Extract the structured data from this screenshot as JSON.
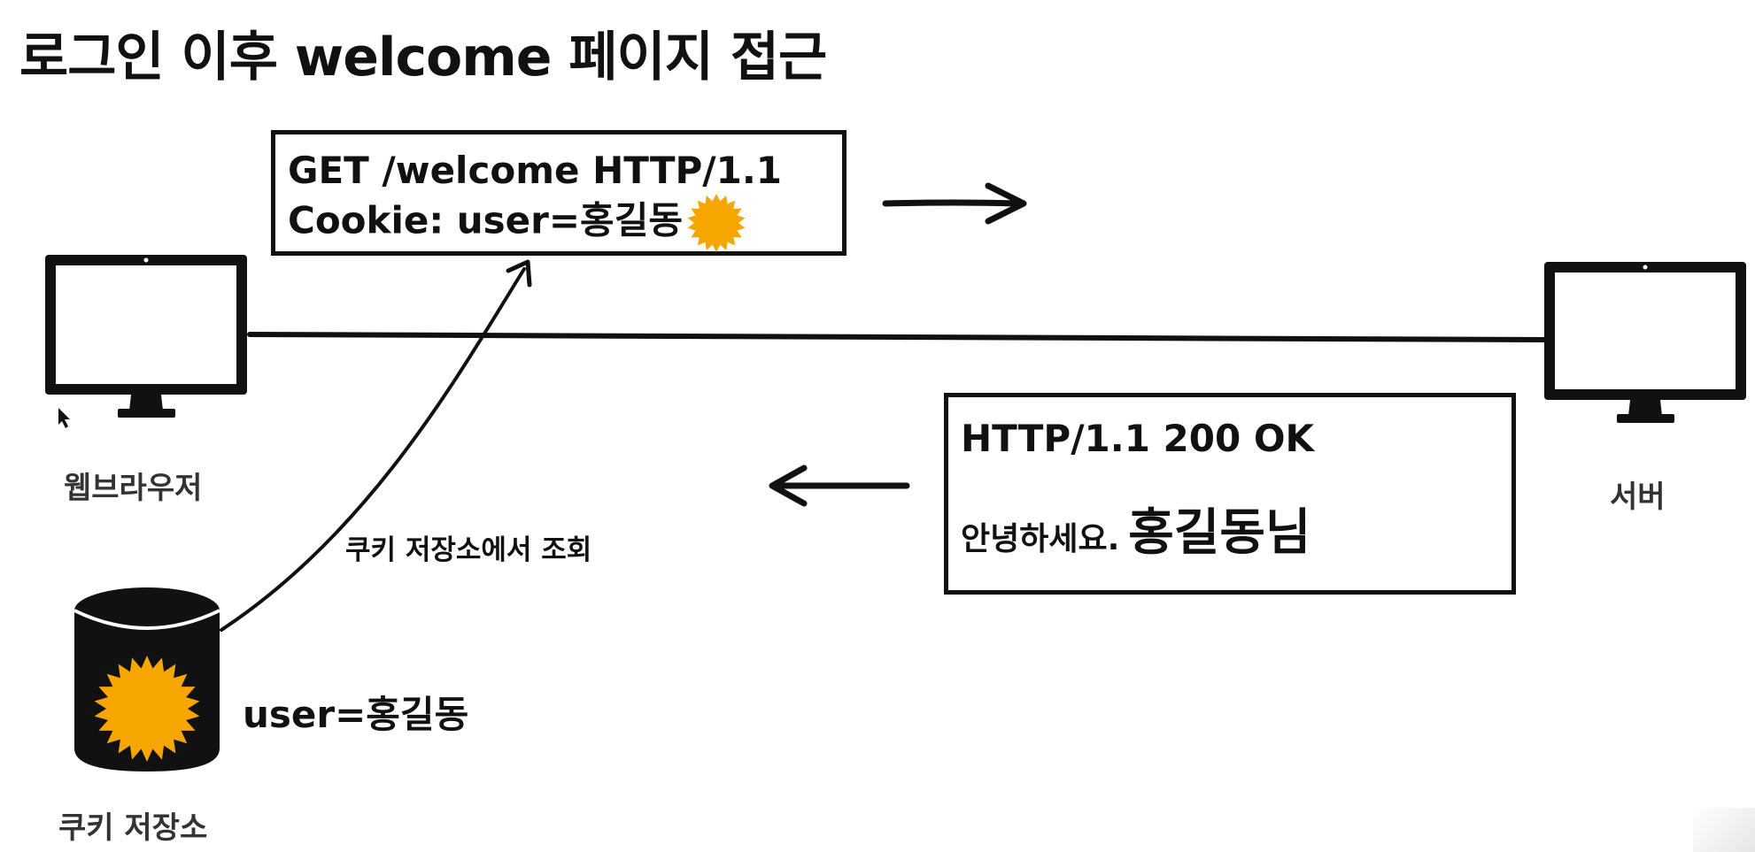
{
  "title": "로그인 이후 welcome 페이지 접근",
  "request": {
    "line1": "GET /welcome HTTP/1.1",
    "line2": "Cookie: user=홍길동"
  },
  "response": {
    "line1": "HTTP/1.1 200 OK",
    "greeting": "안녕하세요.",
    "name": "홍길동님"
  },
  "labels": {
    "browser": "웹브라우저",
    "server": "서버",
    "cookie_store": "쿠키 저장소",
    "lookup": "쿠키 저장소에서 조회",
    "stored_cookie": "user=홍길동"
  },
  "icons": {
    "browser": "monitor-icon",
    "server": "monitor-icon",
    "store": "database-cylinder-icon",
    "cookie": "sun-cookie-icon"
  },
  "colors": {
    "ink": "#111111",
    "cookie": "#F7A600"
  }
}
